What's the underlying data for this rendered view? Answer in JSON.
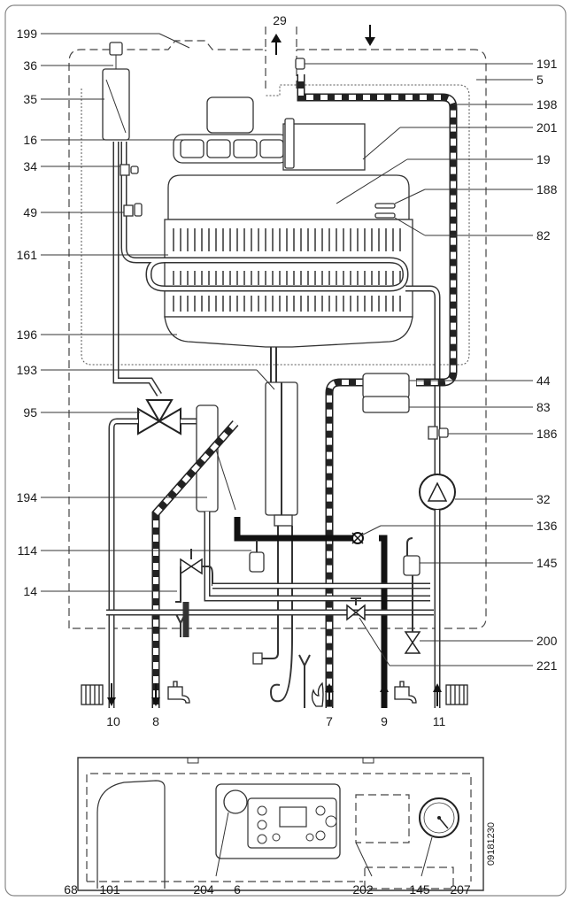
{
  "labels_left": [
    {
      "id": "199",
      "text": "199"
    },
    {
      "id": "36",
      "text": "36"
    },
    {
      "id": "35",
      "text": "35"
    },
    {
      "id": "16",
      "text": "16"
    },
    {
      "id": "34",
      "text": "34"
    },
    {
      "id": "49",
      "text": "49"
    },
    {
      "id": "161",
      "text": "161"
    },
    {
      "id": "196",
      "text": "196"
    },
    {
      "id": "193",
      "text": "193"
    },
    {
      "id": "95",
      "text": "95"
    },
    {
      "id": "194",
      "text": "194"
    },
    {
      "id": "114",
      "text": "114"
    },
    {
      "id": "14",
      "text": "14"
    }
  ],
  "labels_right": [
    {
      "id": "191",
      "text": "191"
    },
    {
      "id": "5",
      "text": "5"
    },
    {
      "id": "198",
      "text": "198"
    },
    {
      "id": "201",
      "text": "201"
    },
    {
      "id": "19",
      "text": "19"
    },
    {
      "id": "188",
      "text": "188"
    },
    {
      "id": "82",
      "text": "82"
    },
    {
      "id": "44",
      "text": "44"
    },
    {
      "id": "83",
      "text": "83"
    },
    {
      "id": "186",
      "text": "186"
    },
    {
      "id": "32",
      "text": "32"
    },
    {
      "id": "136",
      "text": "136"
    },
    {
      "id": "145",
      "text": "145"
    },
    {
      "id": "200",
      "text": "200"
    },
    {
      "id": "221",
      "text": "221"
    }
  ],
  "label_top": "29",
  "labels_bottom_connections": [
    {
      "id": "10",
      "text": "10"
    },
    {
      "id": "8",
      "text": "8"
    },
    {
      "id": "7",
      "text": "7"
    },
    {
      "id": "9",
      "text": "9"
    },
    {
      "id": "11",
      "text": "11"
    }
  ],
  "labels_panel": [
    {
      "id": "68",
      "text": "68"
    },
    {
      "id": "101",
      "text": "101"
    },
    {
      "id": "204",
      "text": "204"
    },
    {
      "id": "6",
      "text": "6"
    },
    {
      "id": "202",
      "text": "202"
    },
    {
      "id": "145b",
      "text": "145"
    },
    {
      "id": "207",
      "text": "207"
    }
  ],
  "drawing_code": "09181230"
}
